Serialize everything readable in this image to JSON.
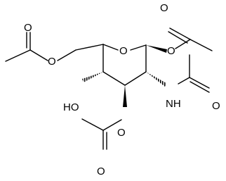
{
  "atoms": {
    "ring_o": "O",
    "o_6": "O",
    "o_carbonyl_left": "O",
    "o_1": "O",
    "o_carbonyl_top": "O",
    "ho_4": "HO",
    "nh_2": "NH",
    "o_carbonyl_amide": "O",
    "o_3": "O",
    "o_carbonyl_bottom": "O"
  }
}
